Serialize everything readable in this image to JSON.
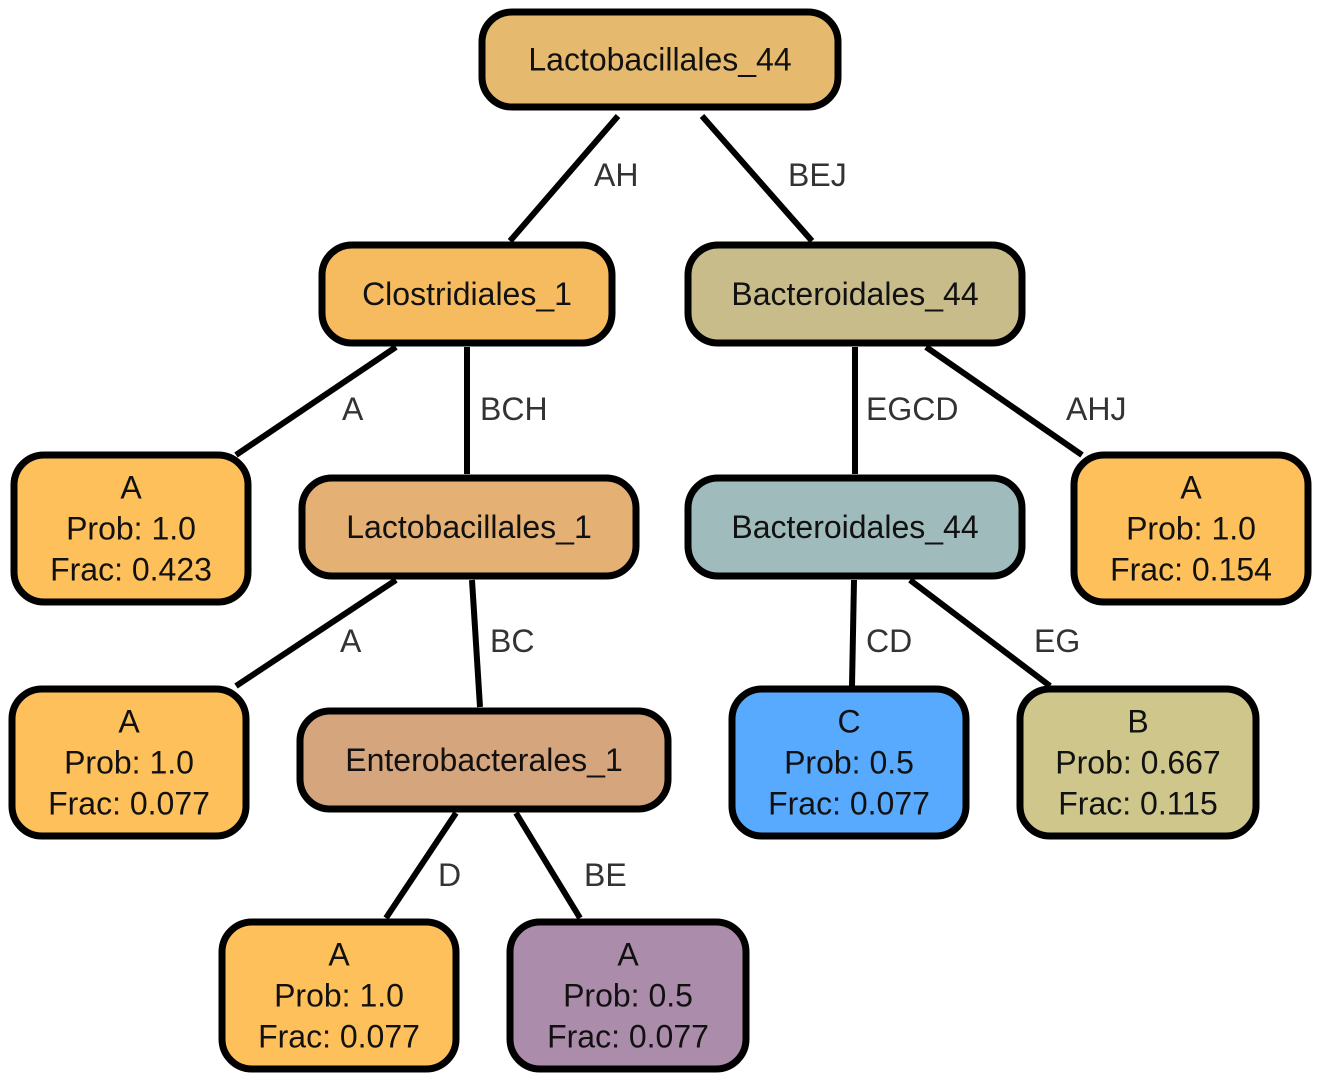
{
  "nodes": [
    {
      "id": "root",
      "lines": [
        "Lactobacillales_44"
      ],
      "color": "#E6BA6E"
    },
    {
      "id": "clostridiales",
      "lines": [
        "Clostridiales_1"
      ],
      "color": "#F5BB5E"
    },
    {
      "id": "bacteroidales_top",
      "lines": [
        "Bacteroidales_44"
      ],
      "color": "#C8BC8B"
    },
    {
      "id": "leaf_a_423",
      "lines": [
        "A",
        "Prob: 1.0",
        "Frac: 0.423"
      ],
      "color": "#FEC05A"
    },
    {
      "id": "lactobacillales_1",
      "lines": [
        "Lactobacillales_1"
      ],
      "color": "#E4B073"
    },
    {
      "id": "bacteroidales_mid",
      "lines": [
        "Bacteroidales_44"
      ],
      "color": "#A0BBBB"
    },
    {
      "id": "leaf_a_154",
      "lines": [
        "A",
        "Prob: 1.0",
        "Frac: 0.154"
      ],
      "color": "#FEC05A"
    },
    {
      "id": "leaf_a_077_left",
      "lines": [
        "A",
        "Prob: 1.0",
        "Frac: 0.077"
      ],
      "color": "#FEC05A"
    },
    {
      "id": "enterobacterales",
      "lines": [
        "Enterobacterales_1"
      ],
      "color": "#D5A57D"
    },
    {
      "id": "leaf_c",
      "lines": [
        "C",
        "Prob: 0.5",
        "Frac: 0.077"
      ],
      "color": "#58AAFF"
    },
    {
      "id": "leaf_b",
      "lines": [
        "B",
        "Prob: 0.667",
        "Frac: 0.115"
      ],
      "color": "#CFC68C"
    },
    {
      "id": "leaf_a_077_d",
      "lines": [
        "A",
        "Prob: 1.0",
        "Frac: 0.077"
      ],
      "color": "#FEC05A"
    },
    {
      "id": "leaf_a_077_be",
      "lines": [
        "A",
        "Prob: 0.5",
        "Frac: 0.077"
      ],
      "color": "#AB8CAB"
    }
  ],
  "edges": [
    {
      "from": "root",
      "to": "clostridiales",
      "label": "AH"
    },
    {
      "from": "root",
      "to": "bacteroidales_top",
      "label": "BEJ"
    },
    {
      "from": "clostridiales",
      "to": "leaf_a_423",
      "label": "A"
    },
    {
      "from": "clostridiales",
      "to": "lactobacillales_1",
      "label": "BCH"
    },
    {
      "from": "bacteroidales_top",
      "to": "bacteroidales_mid",
      "label": "EGCD"
    },
    {
      "from": "bacteroidales_top",
      "to": "leaf_a_154",
      "label": "AHJ"
    },
    {
      "from": "lactobacillales_1",
      "to": "leaf_a_077_left",
      "label": "A"
    },
    {
      "from": "lactobacillales_1",
      "to": "enterobacterales",
      "label": "BC"
    },
    {
      "from": "bacteroidales_mid",
      "to": "leaf_c",
      "label": "CD"
    },
    {
      "from": "bacteroidales_mid",
      "to": "leaf_b",
      "label": "EG"
    },
    {
      "from": "enterobacterales",
      "to": "leaf_a_077_d",
      "label": "D"
    },
    {
      "from": "enterobacterales",
      "to": "leaf_a_077_be",
      "label": "BE"
    }
  ]
}
